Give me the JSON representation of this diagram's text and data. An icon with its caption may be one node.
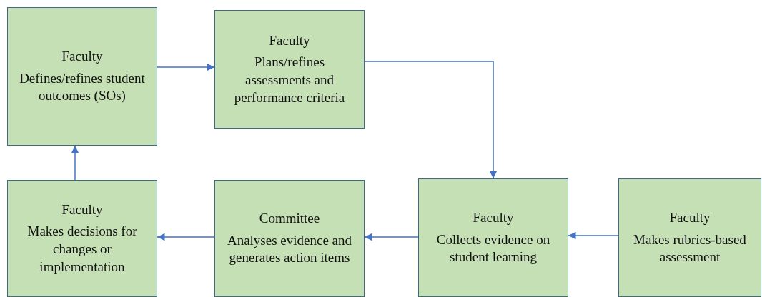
{
  "diagram": {
    "nodes": [
      {
        "text": [
          "Faculty",
          "Defines/refines student outcomes (SOs)"
        ]
      },
      {
        "text": [
          "Faculty",
          "Plans/refines assessments and performance criteria"
        ]
      },
      {
        "text": [
          "Faculty",
          "Makes decisions for changes or implementation"
        ]
      },
      {
        "text": [
          "Committee",
          "Analyses evidence and generates action items"
        ]
      },
      {
        "text": [
          "Faculty",
          "Collects evidence on student learning"
        ]
      },
      {
        "text": [
          "Faculty",
          "Makes rubrics-based assessment"
        ]
      }
    ],
    "edges": [
      {
        "from": 0,
        "to": 1,
        "arrow": "to"
      },
      {
        "from": 1,
        "to": 4,
        "arrow": "to"
      },
      {
        "from": 5,
        "to": 4,
        "arrow": "to"
      },
      {
        "from": 4,
        "to": 3,
        "arrow": "to"
      },
      {
        "from": 3,
        "to": 2,
        "arrow": "to"
      },
      {
        "from": 2,
        "to": 0,
        "arrow": "to"
      }
    ]
  }
}
